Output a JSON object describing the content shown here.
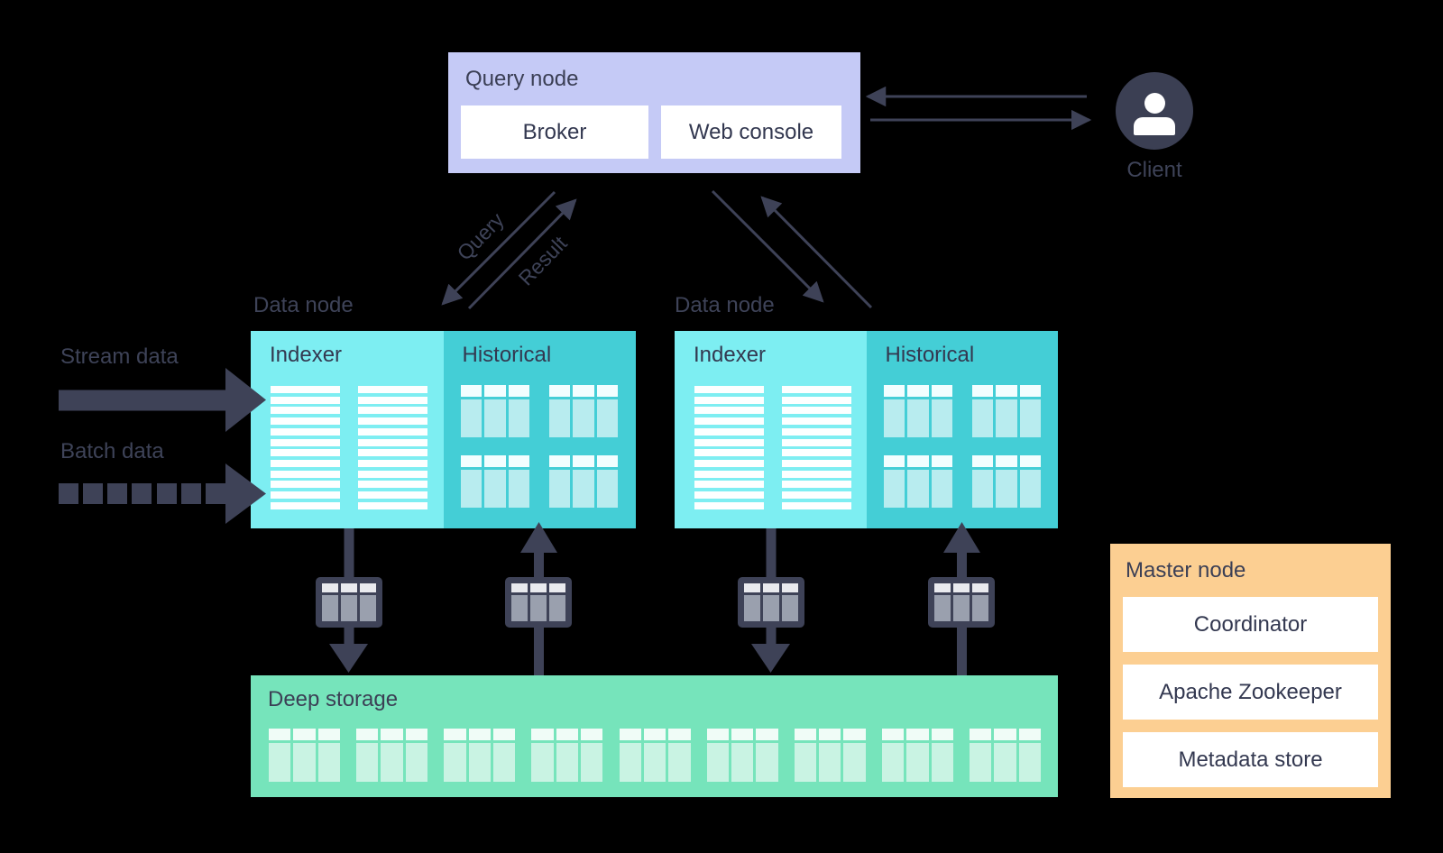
{
  "colors": {
    "background": "#000000",
    "ink": "#3e4257",
    "query_node_fill": "#c5caf6",
    "indexer_fill": "#7deef2",
    "historical_fill": "#44ced6",
    "historical_cell": "#b8ecef",
    "deep_storage_fill": "#76e4bb",
    "deep_storage_cell": "#c9f3e3",
    "master_node_fill": "#fccf92",
    "panel_fill": "#ffffff"
  },
  "query_node": {
    "title": "Query node",
    "broker_label": "Broker",
    "web_console_label": "Web console"
  },
  "client": {
    "label": "Client",
    "icon": "person-icon"
  },
  "flow_labels": {
    "query": "Query",
    "result": "Result"
  },
  "inputs": {
    "stream_label": "Stream data",
    "batch_label": "Batch data"
  },
  "data_node_1": {
    "label": "Data node",
    "indexer_label": "Indexer",
    "historical_label": "Historical"
  },
  "data_node_2": {
    "label": "Data node",
    "indexer_label": "Indexer",
    "historical_label": "Historical"
  },
  "deep_storage": {
    "title": "Deep storage",
    "table_count": 9
  },
  "master_node": {
    "title": "Master node",
    "items": [
      "Coordinator",
      "Apache Zookeeper",
      "Metadata store"
    ]
  },
  "counts": {
    "indexer_bar_rows": 12,
    "historical_tables_per_section": 4,
    "batch_dashes": 7
  }
}
